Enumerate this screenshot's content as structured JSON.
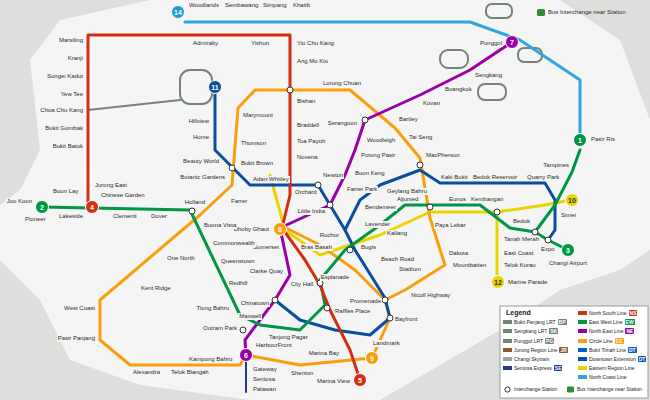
{
  "diagram": {
    "labels": [
      "14",
      "4",
      "2",
      "11",
      "7",
      "1",
      "3",
      "10",
      "12",
      "8",
      "6",
      "5",
      "9",
      "Woodlands",
      "Sembawang",
      "Simpang",
      "Khatib",
      "Admiralty",
      "Yishun",
      "Yio Chu Kang",
      "Ang Mo Kio",
      "Bishan",
      "Braddell",
      "Toa Payoh",
      "Novena",
      "Newton",
      "Orchard",
      "Somerset",
      "Dhoby Ghaut",
      "City Hall",
      "Raffles Place",
      "Marina Bay",
      "Marina View",
      "Marsiling",
      "Kranji",
      "Sungei Kadut",
      "Yew Tee",
      "Choa Chu Kang",
      "Bukit Gombak",
      "Bukit Batok",
      "Jurong East",
      "Chinese Garden",
      "Joo Koon",
      "Pioneer",
      "Boon Lay",
      "Lakeside",
      "Clementi",
      "Dover",
      "Holland",
      "Farrer",
      "Buona Vista",
      "Commonwealth",
      "Queenstown",
      "Redhill",
      "Tiong Bahru",
      "Outram Park",
      "One North",
      "Kent Ridge",
      "West Coast",
      "Pasir Panjang",
      "Alexandra",
      "Telok Blangah",
      "Kampong Bahru",
      "HarbourFront",
      "Gateway",
      "Sentosa",
      "Palawan",
      "Shenton",
      "Chinatown",
      "Maxwell",
      "Clarke Quay",
      "Tanjong Pagar",
      "Bras Basah",
      "Esplanade",
      "Promenade",
      "Bayfront",
      "Landmark",
      "Nicoll Highway",
      "Stadium",
      "Beach Road",
      "Bugis",
      "Lavender",
      "Kallang",
      "Aljunied",
      "Paya Lebar",
      "Eunos",
      "Kembangan",
      "Dakota",
      "Mountbatten",
      "MacPherson",
      "Tai Seng",
      "Bartley",
      "Kovan",
      "Serangoon",
      "Lorong Chuan",
      "Woodleigh",
      "Potong Pasir",
      "Boon Keng",
      "Farrer Park",
      "Little India",
      "Rochor",
      "Bendemeer",
      "Geylang Bahru",
      "Kaki Bukit",
      "Bedok Reservoir",
      "Quarry Park",
      "Tampines",
      "Pasir Ris",
      "Simei",
      "Bedok",
      "Tanah Merah",
      "Expo",
      "Changi Airport",
      "East Coast",
      "Telok Kurau",
      "Marine Parade",
      "Sengkang",
      "Buangkok",
      "Punggol",
      "Hillview",
      "Hume",
      "Beauty World",
      "Botanic Gardens",
      "Marymount",
      "Thomson",
      "Bukit Brown",
      "Adam",
      "Whitley",
      "Bus Interchange near Station",
      "Legend",
      "NS",
      "EW",
      "NE",
      "CC",
      "DT",
      "DT",
      "BP",
      "SK",
      "PG",
      "JR",
      "SE"
    ],
    "legend": [
      {
        "text": "North South Line",
        "color": "#d42e12"
      },
      {
        "text": "East West Line",
        "color": "#009645"
      },
      {
        "text": "North East Line",
        "color": "#9900aa"
      },
      {
        "text": "Circle Line",
        "color": "#fa9e0d"
      },
      {
        "text": "Bukit Timah Line",
        "color": "#005ec4"
      },
      {
        "text": "Downtown Extension",
        "color": "#0a4ea1"
      },
      {
        "text": "Eastern Region Line",
        "color": "#e8d400"
      },
      {
        "text": "North Coast Line",
        "color": "#2fa6e0"
      },
      {
        "text": "Bukit Panjang LRT",
        "color": "#748477"
      },
      {
        "text": "Sengkang LRT",
        "color": "#748477"
      },
      {
        "text": "Punggol LRT",
        "color": "#748477"
      },
      {
        "text": "Jurong Region Line",
        "color": "#8b5a2b"
      },
      {
        "text": "Changi Skytrain",
        "color": "#a0a0a0"
      },
      {
        "text": "Sentosa Express",
        "color": "#263a8c"
      },
      {
        "text": "Interchange Station"
      },
      {
        "text": "Bus Interchange near Station"
      }
    ]
  }
}
